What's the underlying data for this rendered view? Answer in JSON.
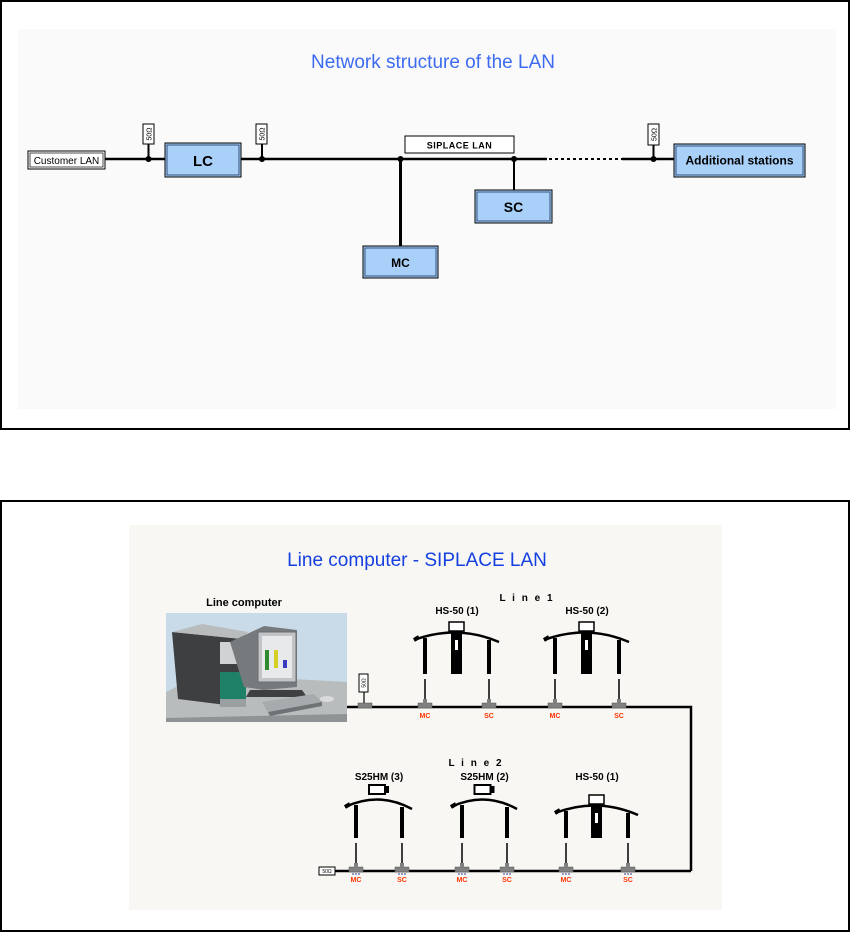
{
  "diagram1": {
    "title": "Network structure of the LAN",
    "title_color": "#3d6bf0",
    "bus_label": "SIPLACE LAN",
    "customer_lan": "Customer LAN",
    "terminator_label": "50Ω",
    "nodes": {
      "lc": "LC",
      "mc": "MC",
      "sc": "SC",
      "additional": "Additional stations"
    },
    "node_fill": "#a8d0f8"
  },
  "diagram2": {
    "title": "Line computer - SIPLACE LAN",
    "title_color": "#1540e0",
    "computer_label": "Line computer",
    "terminator_label": "50Ω",
    "line1": {
      "label": "L i n e  1",
      "machines": [
        {
          "name": "HS-50 (1)",
          "type": "HS-50"
        },
        {
          "name": "HS-50 (2)",
          "type": "HS-50"
        }
      ]
    },
    "line2": {
      "label": "L i n e  2",
      "machines": [
        {
          "name": "S25HM (3)",
          "type": "S25HM"
        },
        {
          "name": "S25HM (2)",
          "type": "S25HM"
        },
        {
          "name": "HS-50 (1)",
          "type": "HS-50"
        }
      ]
    },
    "port_labels": {
      "mc": "MC",
      "sc": "SC"
    },
    "port_color": "#ff3300"
  }
}
